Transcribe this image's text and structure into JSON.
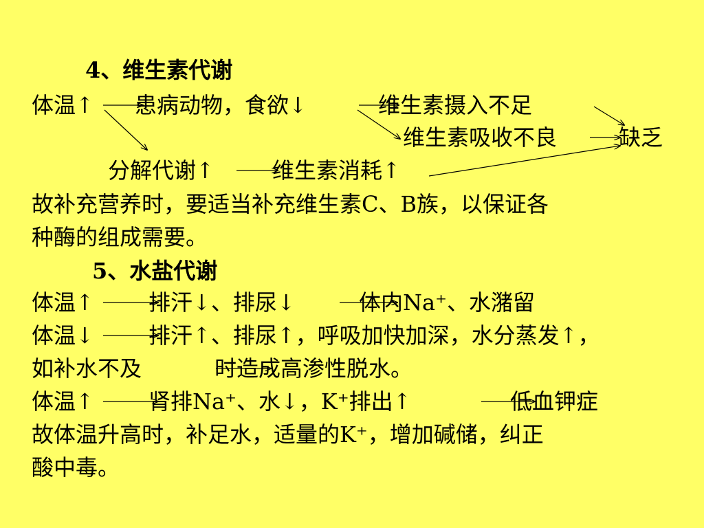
{
  "colors": {
    "background": "#ffff66",
    "text": "#000000"
  },
  "lines": [
    {
      "text": "4、维生素代谢"
    },
    {
      "text": "体温↑"
    },
    {
      "text": "患病动物，食欲↓"
    },
    {
      "text": "维生素摄入不足"
    },
    {
      "text": "维生素吸收不良"
    },
    {
      "text": "缺乏"
    },
    {
      "text": "分解代谢↑"
    },
    {
      "text": "维生素消耗↑"
    },
    {
      "text": "故补充营养时，要适当补充维生素C、B族，以保证各"
    },
    {
      "text": "种酶的组成需要。"
    },
    {
      "text": "5、水盐代谢"
    },
    {
      "text": "体温↑"
    },
    {
      "text": "排汗↓、排尿↓"
    },
    {
      "text": "体内Na⁺、水潴留"
    },
    {
      "text": "体温↓"
    },
    {
      "text": "排汗↑、排尿↑，呼吸加快加深，水分蒸发↑，"
    },
    {
      "text": "如补水不及"
    },
    {
      "text": "时造成高渗性脱水。"
    },
    {
      "text": "体温↑"
    },
    {
      "text": "肾排Na⁺、水↓，K⁺排出↑"
    },
    {
      "text": "低血钾症"
    },
    {
      "text": "故体温升高时，补足水，适量的K⁺，增加碱储，纠正"
    },
    {
      "text": "酸中毒。"
    }
  ]
}
